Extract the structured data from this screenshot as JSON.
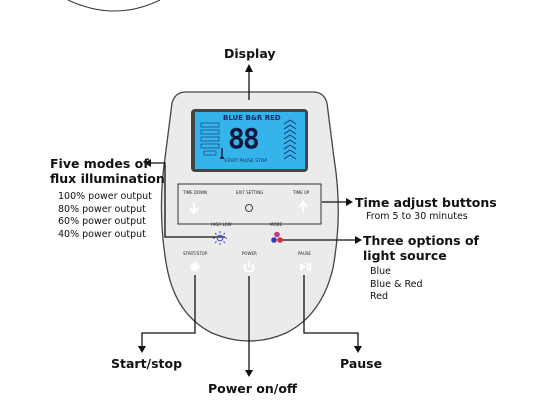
{
  "labels": {
    "display": "Display",
    "five_modes_line1": "Five modes of",
    "five_modes_line2": "flux illumination",
    "time_adjust": "Time adjust buttons",
    "time_adjust_sub": "From 5 to 30 minutes",
    "three_options_line1": "Three options of",
    "three_options_line2": "light source",
    "start_stop": "Start/stop",
    "pause": "Pause",
    "power": "Power on/off"
  },
  "power_modes": [
    "100% power output",
    "80% power output",
    "60% power output",
    "40% power output"
  ],
  "light_sources": [
    "Blue",
    "Blue & Red",
    "Red"
  ],
  "device": {
    "lcd_top": "BLUE  B&R  RED",
    "lcd_digits": "88",
    "lcd_bottom": "START    PAUSE    STOP",
    "btn_time_down": "TIME DOWN",
    "btn_exit_setting": "EXIT SETTING",
    "btn_time_up": "TIME UP",
    "btn_high_low": "HIGH LOW",
    "btn_mode": "MODE",
    "btn_start_stop": "START/STOP",
    "btn_power": "POWER",
    "btn_pause": "PAUSE"
  },
  "colors": {
    "lcd_blue": "#34b4ea",
    "down_red": "#e23a2a",
    "start_green": "#2f9c46",
    "power_red": "#e0312c"
  }
}
